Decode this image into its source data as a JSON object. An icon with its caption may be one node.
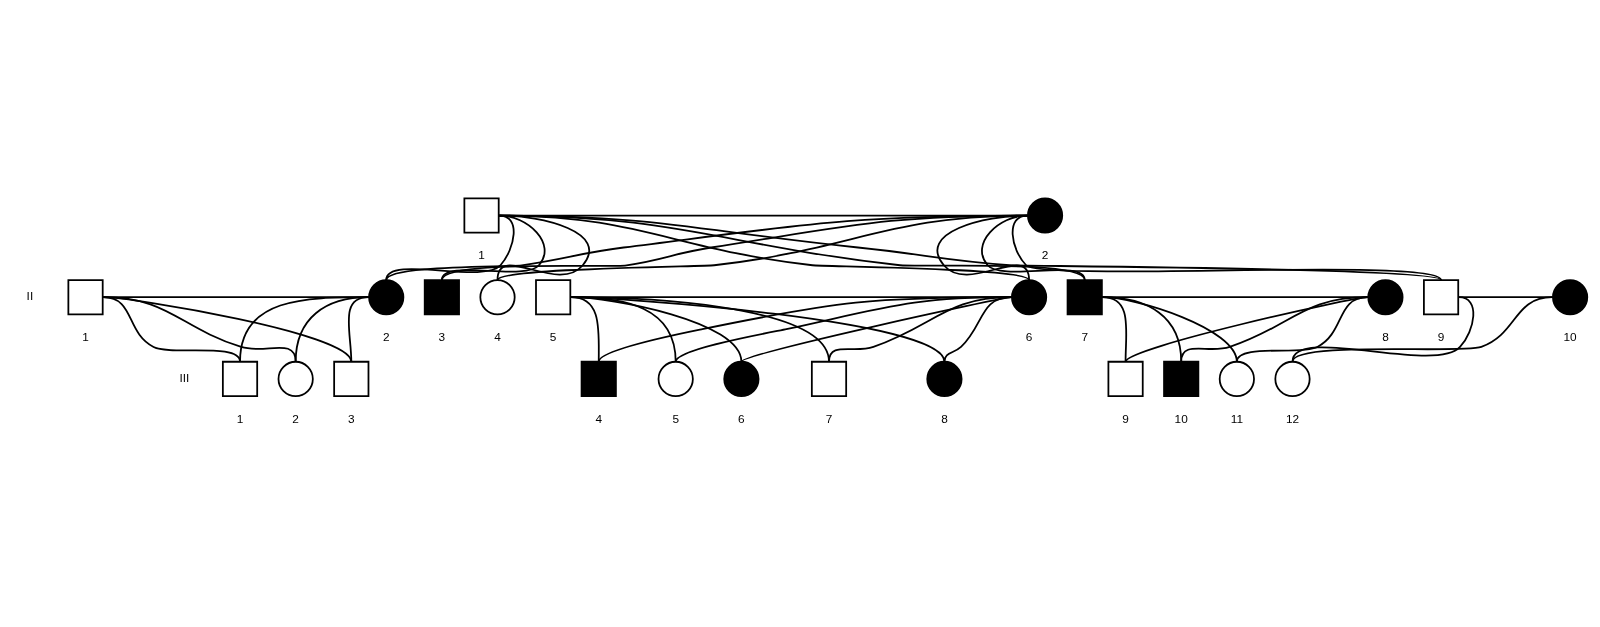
{
  "diagram": {
    "nodes": [
      {
        "text": [],
        "shape": "box",
        "beside": [
          "1"
        ]
      },
      {
        "text": [],
        "shape": "circle",
        "beside": [
          "2"
        ]
      },
      {
        "text": [],
        "shape": "box",
        "beside": [
          "1"
        ]
      },
      {
        "text": [],
        "shape": "circle",
        "beside": [
          "2"
        ]
      },
      {
        "text": [],
        "shape": "box",
        "beside": [
          "3"
        ]
      },
      {
        "text": [],
        "shape": "circle",
        "beside": [
          "4"
        ]
      },
      {
        "text": [],
        "shape": "box",
        "beside": [
          "5"
        ]
      },
      {
        "text": [],
        "shape": "circle",
        "beside": [
          "6"
        ]
      },
      {
        "text": [],
        "shape": "box",
        "beside": [
          "7"
        ]
      },
      {
        "text": [],
        "shape": "circle",
        "beside": [
          "8"
        ]
      },
      {
        "text": [],
        "shape": "box",
        "beside": [
          "9"
        ]
      },
      {
        "text": [],
        "shape": "circle",
        "beside": [
          "10"
        ]
      },
      {
        "text": [],
        "shape": "box",
        "beside": [
          "1"
        ]
      },
      {
        "text": [],
        "shape": "circle",
        "beside": [
          "2"
        ]
      },
      {
        "text": [],
        "shape": "box",
        "beside": [
          "3"
        ]
      },
      {
        "text": [],
        "shape": "box",
        "beside": [
          "4"
        ]
      },
      {
        "text": [],
        "shape": "circle",
        "beside": [
          "5"
        ]
      },
      {
        "text": [],
        "shape": "circle",
        "beside": [
          "6"
        ]
      },
      {
        "text": [],
        "shape": "box",
        "beside": [
          "7"
        ]
      },
      {
        "text": [],
        "shape": "circle",
        "beside": [
          "8"
        ]
      },
      {
        "text": [],
        "shape": "box",
        "beside": [
          "9"
        ]
      },
      {
        "text": [],
        "shape": "box",
        "beside": [
          "10"
        ]
      },
      {
        "text": [],
        "shape": "circle",
        "beside": [
          "11"
        ]
      },
      {
        "text": [],
        "shape": "circle",
        "beside": [
          "12"
        ]
      }
    ],
    "edges": [
      {
        "from": 0,
        "to": 1,
        "arrow": "none"
      },
      {
        "from": 0,
        "to": 3,
        "arrow": "none"
      },
      {
        "from": 1,
        "to": 3,
        "arrow": "none"
      },
      {
        "from": 0,
        "to": 4,
        "arrow": "none"
      },
      {
        "from": 1,
        "to": 4,
        "arrow": "none"
      },
      {
        "from": 0,
        "to": 5,
        "arrow": "none"
      },
      {
        "from": 1,
        "to": 5,
        "arrow": "none"
      },
      {
        "from": 0,
        "to": 7,
        "arrow": "none"
      },
      {
        "from": 1,
        "to": 7,
        "arrow": "none"
      },
      {
        "from": 0,
        "to": 8,
        "arrow": "none"
      },
      {
        "from": 1,
        "to": 8,
        "arrow": "none"
      },
      {
        "from": 0,
        "to": 10,
        "arrow": "none"
      },
      {
        "from": 1,
        "to": 10,
        "arrow": "none"
      },
      {
        "from": 2,
        "to": 3,
        "arrow": "none"
      },
      {
        "from": 6,
        "to": 7,
        "arrow": "none"
      },
      {
        "from": 8,
        "to": 9,
        "arrow": "none"
      },
      {
        "from": 10,
        "to": 11,
        "arrow": "none"
      },
      {
        "from": 2,
        "to": 12,
        "arrow": "none"
      },
      {
        "from": 3,
        "to": 12,
        "arrow": "none"
      },
      {
        "from": 2,
        "to": 13,
        "arrow": "none"
      },
      {
        "from": 3,
        "to": 13,
        "arrow": "none"
      },
      {
        "from": 2,
        "to": 14,
        "arrow": "none"
      },
      {
        "from": 3,
        "to": 14,
        "arrow": "none"
      },
      {
        "from": 6,
        "to": 15,
        "arrow": "none"
      },
      {
        "from": 7,
        "to": 15,
        "arrow": "none"
      },
      {
        "from": 6,
        "to": 16,
        "arrow": "none"
      },
      {
        "from": 7,
        "to": 16,
        "arrow": "none"
      },
      {
        "from": 6,
        "to": 17,
        "arrow": "none"
      },
      {
        "from": 7,
        "to": 17,
        "arrow": "none"
      },
      {
        "from": 6,
        "to": 18,
        "arrow": "none"
      },
      {
        "from": 7,
        "to": 18,
        "arrow": "none"
      },
      {
        "from": 6,
        "to": 19,
        "arrow": "none"
      },
      {
        "from": 7,
        "to": 19,
        "arrow": "none"
      },
      {
        "from": 8,
        "to": 20,
        "arrow": "none"
      },
      {
        "from": 9,
        "to": 20,
        "arrow": "none"
      },
      {
        "from": 8,
        "to": 21,
        "arrow": "none"
      },
      {
        "from": 9,
        "to": 21,
        "arrow": "none"
      },
      {
        "from": 8,
        "to": 22,
        "arrow": "none"
      },
      {
        "from": 9,
        "to": 22,
        "arrow": "none"
      },
      {
        "from": 10,
        "to": 23,
        "arrow": "none"
      },
      {
        "from": 11,
        "to": 23,
        "arrow": "none"
      }
    ],
    "labels": [
      "II",
      "III"
    ]
  }
}
